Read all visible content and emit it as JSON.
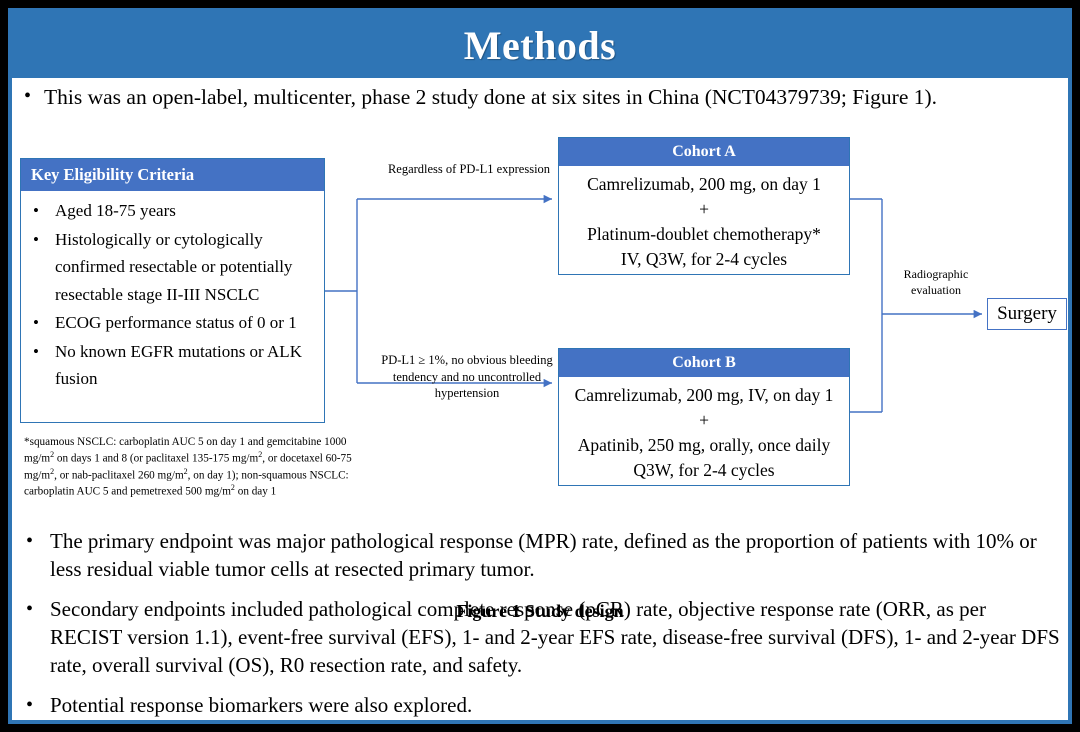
{
  "slide": {
    "title": "Methods",
    "accent_blue": "#2f75b5",
    "header_blue": "#4472c4",
    "frame_black": "#000000"
  },
  "lead_bullet": {
    "marker": "•",
    "text": "This was an open-label, multicenter, phase 2 study done at six sites in China (NCT04379739; Figure 1)."
  },
  "figure": {
    "caption": "Figure 1 Study design",
    "eligibility": {
      "header": "Key  Eligibility Criteria",
      "marker": "•",
      "items": [
        "Aged 18-75 years",
        "Histologically or cytologically confirmed resectable or potentially resectable stage II-III  NSCLC",
        "ECOG performance status of 0 or 1",
        "No known EGFR mutations or ALK fusion"
      ]
    },
    "footnote": "*squamous NSCLC: carboplatin AUC 5 on day 1 and gemcitabine 1000 mg/m2 on days 1 and 8 (or paclitaxel 135-175 mg/m2, or docetaxel 60-75 mg/m2, or nab-paclitaxel 260 mg/m2, on day 1); non-squamous NSCLC: carboplatin AUC 5 and pemetrexed 500 mg/m2 on day 1",
    "connector_labels": {
      "top": "Regardless of PD-L1 expression",
      "bottom": "PD-L1 ≥ 1%, no obvious bleeding tendency and no uncontrolled hypertension",
      "right": "Radiographic evaluation"
    },
    "cohort_a": {
      "header": "Cohort A",
      "lines": [
        "Camrelizumab, 200 mg, on day 1",
        "+",
        "Platinum-doublet chemotherapy*",
        "IV, Q3W, for 2-4 cycles"
      ]
    },
    "cohort_b": {
      "header": "Cohort B",
      "lines": [
        "Camrelizumab, 200 mg, IV, on day 1",
        "+",
        "Apatinib, 250 mg, orally, once daily",
        "Q3W, for 2-4 cycles"
      ]
    },
    "surgery": {
      "label": "Surgery"
    }
  },
  "bottom_bullets": {
    "marker": "•",
    "items": [
      "The primary endpoint was major pathological response (MPR) rate, defined as the proportion of patients with 10% or less residual viable tumor cells at resected primary tumor.",
      "Secondary endpoints included pathological complete response (pCR) rate, objective response rate (ORR, as per RECIST version 1.1), event-free survival (EFS), 1- and 2-year EFS rate, disease-free survival (DFS), 1- and 2-year DFS rate, overall survival (OS), R0 resection rate, and safety.",
      "Potential response biomarkers were also explored."
    ]
  }
}
